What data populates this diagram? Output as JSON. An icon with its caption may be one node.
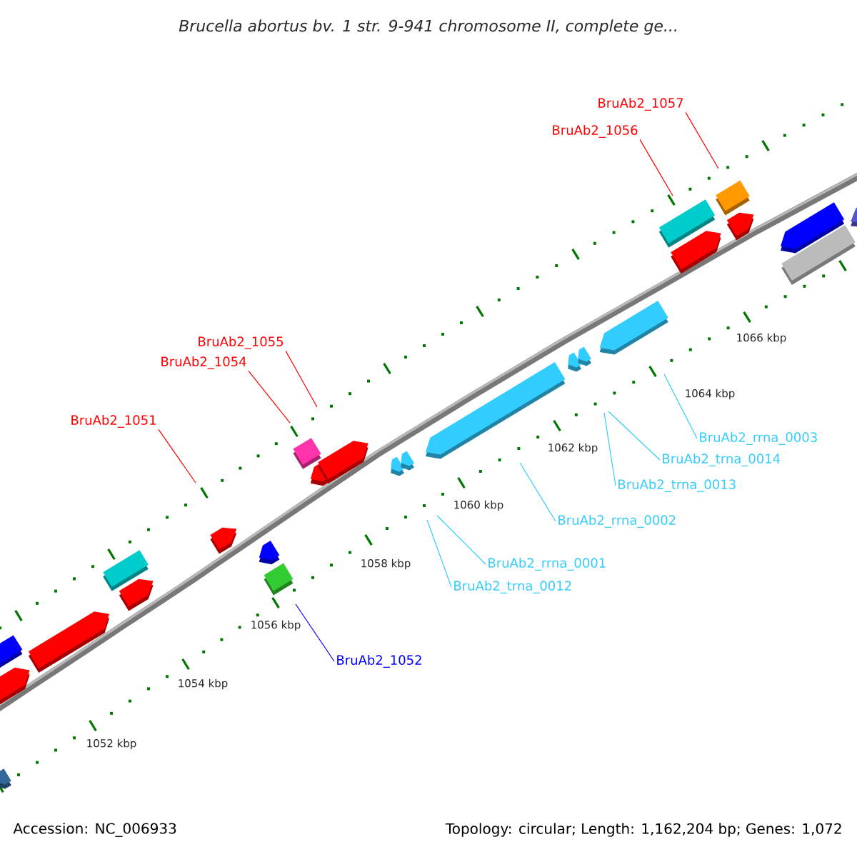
{
  "diagram": {
    "title": "Brucella abortus bv. 1 str. 9-941 chromosome II, complete ge...",
    "nodes": [
      {
        "text": [
          "BruAb2_1057"
        ]
      },
      {
        "text": [
          "BruAb2_1056"
        ]
      },
      {
        "text": [
          "BruAb2_1055"
        ]
      },
      {
        "text": [
          "BruAb2_1054"
        ]
      },
      {
        "text": [
          "BruAb2_1051"
        ]
      },
      {
        "text": [
          "BruAb2_rrna_0003"
        ]
      },
      {
        "text": [
          "BruAb2_trna_0014"
        ]
      },
      {
        "text": [
          "BruAb2_trna_0013"
        ]
      },
      {
        "text": [
          "BruAb2_rrna_0002"
        ]
      },
      {
        "text": [
          "BruAb2_rrna_0001"
        ]
      },
      {
        "text": [
          "BruAb2_trna_0012"
        ]
      },
      {
        "text": [
          "BruAb2_1052"
        ]
      }
    ],
    "edges": [
      {
        "from": 0,
        "to": null,
        "arrow": "none",
        "color": "#ff0000"
      },
      {
        "from": 1,
        "to": null,
        "arrow": "none",
        "color": "#ff0000"
      },
      {
        "from": 2,
        "to": null,
        "arrow": "none",
        "color": "#ff0000"
      },
      {
        "from": 3,
        "to": null,
        "arrow": "none",
        "color": "#ff0000"
      },
      {
        "from": 4,
        "to": null,
        "arrow": "none",
        "color": "#ff0000"
      },
      {
        "from": 5,
        "to": null,
        "arrow": "none",
        "color": "#33ccff"
      },
      {
        "from": 6,
        "to": null,
        "arrow": "none",
        "color": "#33ccff"
      },
      {
        "from": 7,
        "to": null,
        "arrow": "none",
        "color": "#33ccff"
      },
      {
        "from": 8,
        "to": null,
        "arrow": "none",
        "color": "#33ccff"
      },
      {
        "from": 9,
        "to": null,
        "arrow": "none",
        "color": "#33ccff"
      },
      {
        "from": 10,
        "to": null,
        "arrow": "none",
        "color": "#33ccff"
      },
      {
        "from": 11,
        "to": null,
        "arrow": "none",
        "color": "#0000ff"
      }
    ],
    "labels": [
      "1066 kbp",
      "1064 kbp",
      "1062 kbp",
      "1060 kbp",
      "1058 kbp",
      "1056 kbp",
      "1054 kbp",
      "1052 kbp",
      "Accession: NC_006933",
      "Topology: circular; Length: 1,162,204 bp; Genes: 1,072"
    ]
  }
}
